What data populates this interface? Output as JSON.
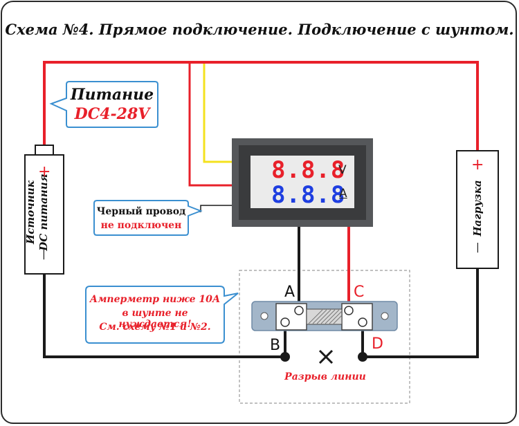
{
  "title": "Схема №4. Прямое подключение. Подключение с шунтом.",
  "power_callout": {
    "line1": "Питание",
    "line2": "DC4-28V"
  },
  "source": {
    "label_line1": "Источник",
    "label_line2": "DC питания",
    "plus": "+",
    "minus": "|"
  },
  "load": {
    "label": "Нагрузка",
    "plus": "+",
    "minus": "|"
  },
  "meter": {
    "row1": "8.8.8",
    "row1_unit": "V",
    "row2": "8.8.8",
    "row2_unit": "A"
  },
  "black_wire_callout": {
    "line1": "Черный провод",
    "line2": "не подключен"
  },
  "ammeter_note": {
    "line1": "Амперметр ниже 10А",
    "line2": "в шунте не нуждается!",
    "line3": "См. схему №1 и №2."
  },
  "terminals": {
    "a": "A",
    "b": "B",
    "c": "C",
    "d": "D"
  },
  "break_label": "Разрыв линии",
  "colors": {
    "red_wire": "#e8202a",
    "yellow_wire": "#f4e21e",
    "black_wire": "#1a1a1a",
    "callout_border": "#3a8fd0",
    "segment_red": "#e8202a",
    "segment_blue": "#1e3ee0"
  }
}
